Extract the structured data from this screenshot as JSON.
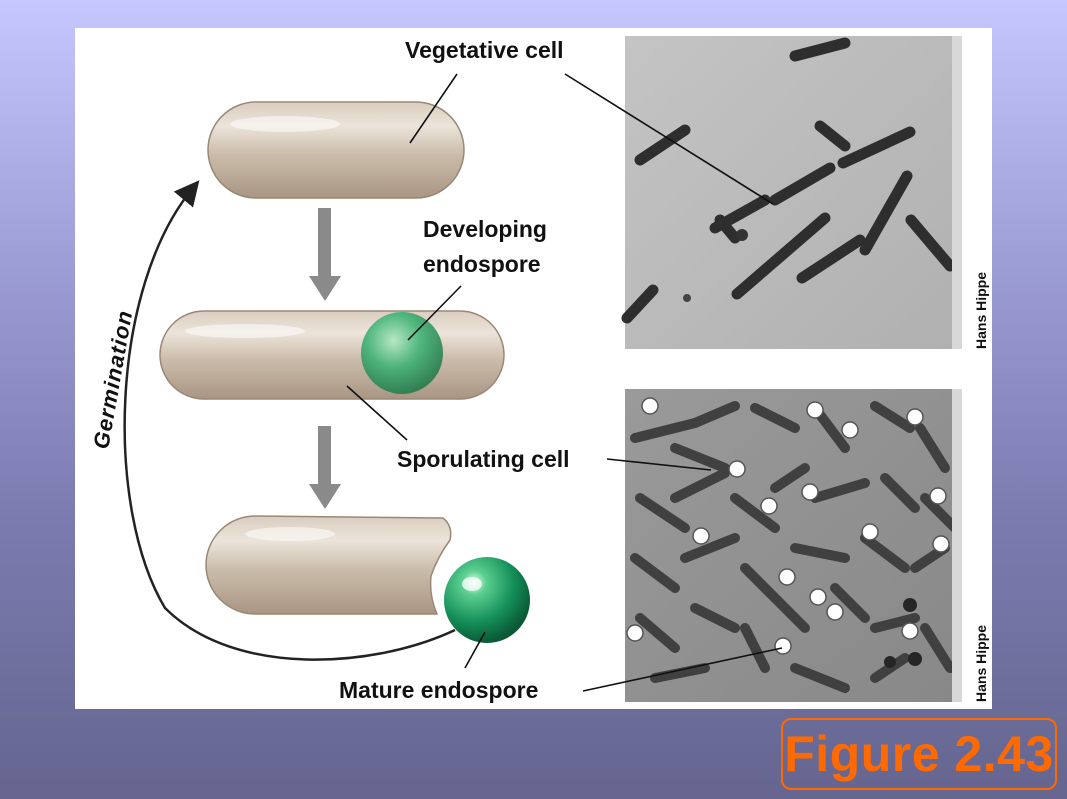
{
  "labels": {
    "vegetative_cell": "Vegetative cell",
    "developing_line1": "Developing",
    "developing_line2": "endospore",
    "sporulating_cell": "Sporulating cell",
    "mature_endospore": "Mature endospore",
    "germination": "Germination",
    "credit_top": "Hans Hippe",
    "credit_bottom": "Hans Hippe"
  },
  "figure_label": "Figure 2.43",
  "colors": {
    "cell_body": "#cdbfae",
    "spore_green": "#1f9a5e",
    "figure_accent": "#ff6a00",
    "arrow_gray": "#8a8a8a"
  }
}
